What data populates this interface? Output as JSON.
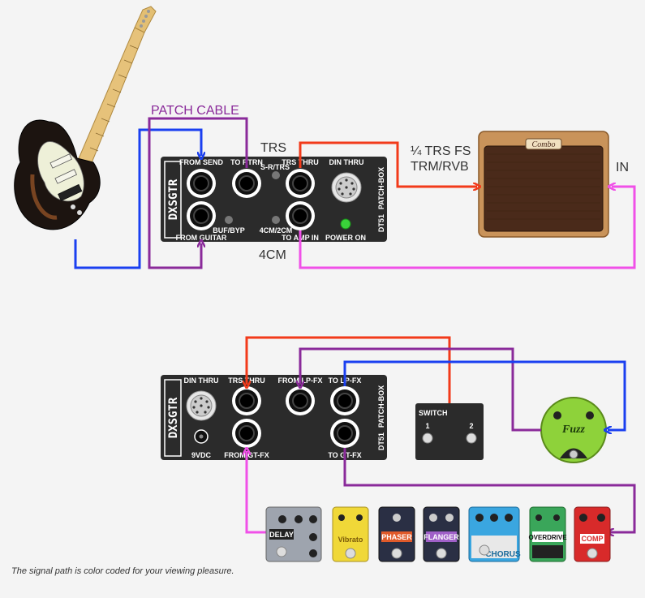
{
  "labels": {
    "patch_cable": "PATCH CABLE",
    "trs": "TRS",
    "trs_fs": "¼ TRS FS",
    "trm_rvb": "TRM/RVB",
    "in": "IN",
    "four_cm": "4CM"
  },
  "top_box": {
    "logo": "DXSGTR",
    "model": "DT51",
    "product": "PATCH-BOX",
    "from_send": "FROM SEND",
    "to_rtrn": "TO RTRN",
    "trs_thru": "TRS THRU",
    "din_thru": "DIN THRU",
    "s_r_trs": "S-R/TRS",
    "buf_byp": "BUF/BYP",
    "four_cm_two_cm": "4CM/2CM",
    "from_guitar": "FROM GUITAR",
    "to_amp_in": "TO AMP IN",
    "power_on": "POWER ON"
  },
  "bottom_box": {
    "logo": "DXSGTR",
    "model": "DT51",
    "product": "PATCH-BOX",
    "din_thru": "DIN THRU",
    "trs_thru": "TRS THRU",
    "from_lp_fx": "FROM LP-FX",
    "to_lp_fx": "TO LP-FX",
    "vdc": "9VDC",
    "from_gt_fx": "FROM GT-FX",
    "to_gt_fx": "TO GT-FX"
  },
  "switch": {
    "title": "SWITCH",
    "btn1": "1",
    "btn2": "2"
  },
  "amp_logo": "Combo",
  "fuzz_label": "Fuzz",
  "pedals": [
    "DELAY",
    "Vibrato",
    "PHASER",
    "FLANGER",
    "CHORUS",
    "OVERDRIVE",
    "COMP"
  ],
  "caption": "The signal path is color coded for your viewing pleasure.",
  "colors": {
    "blue": "#1a3ff0",
    "purple": "#8a2a9a",
    "red": "#f23a1a",
    "pink": "#f050e8",
    "box": "#2b2b2b"
  }
}
